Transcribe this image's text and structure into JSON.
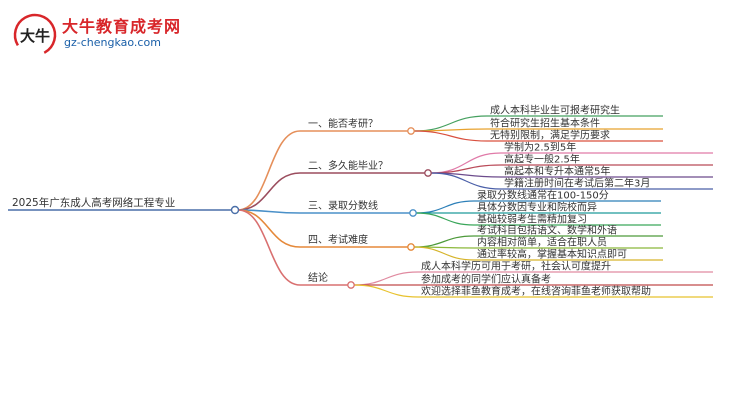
{
  "brand": {
    "name": "大牛教育成考网",
    "url": "gz-chengkao.com",
    "logo_glyph": "大牛"
  },
  "root": "2025年广东成人高考网络工程专业",
  "branches": [
    {
      "label": "一、能否考研？",
      "color": "#e58f5a",
      "leaves": [
        {
          "text": "成人本科毕业生可报考研究生",
          "color": "#45a05f"
        },
        {
          "text": "符合研究生招生基本条件",
          "color": "#e8a22e"
        },
        {
          "text": "无特别限制，满足学历要求",
          "color": "#d9503f"
        }
      ]
    },
    {
      "label": "二、多久能毕业？",
      "color": "#9b4d5e",
      "leaves": [
        {
          "text": "学制为2.5到5年",
          "color": "#e07aa8"
        },
        {
          "text": "高起专一般2.5年",
          "color": "#b94a58"
        },
        {
          "text": "高起本和专升本通常5年",
          "color": "#6c4b8c"
        },
        {
          "text": "学籍注册时间在考试后第二年3月",
          "color": "#4a5fa8"
        }
      ]
    },
    {
      "label": "三、录取分数线",
      "color": "#4a90c8",
      "leaves": [
        {
          "text": "录取分数线通常在100-150分",
          "color": "#2c7fb8"
        },
        {
          "text": "具体分数因专业和院校而异",
          "color": "#1f9a9a"
        },
        {
          "text": "基础较弱考生需精加复习",
          "color": "#3aa65a"
        }
      ]
    },
    {
      "label": "四、考试难度",
      "color": "#e5893a",
      "leaves": [
        {
          "text": "考试科目包括语文、数学和外语",
          "color": "#4d9a3a"
        },
        {
          "text": "内容相对简单，适合在职人员",
          "color": "#8bb83a"
        },
        {
          "text": "通过率较高，掌握基本知识点即可",
          "color": "#d6b42a"
        }
      ]
    },
    {
      "label": "结论",
      "color": "#d97070",
      "leaves": [
        {
          "text": "成人本科学历可用于考研，社会认可度提升",
          "color": "#e08aa0"
        },
        {
          "text": "参加成考的同学们应认真备考",
          "color": "#c04a4a"
        },
        {
          "text": "欢迎选择菲鱼教育成考，在线咨询菲鱼老师获取帮助",
          "color": "#e8c22e"
        }
      ]
    }
  ],
  "colors": {
    "root_line": "#4a6fa8",
    "text": "#333333",
    "brand_red": "#d8262a",
    "brand_blue": "#1a5fa8"
  }
}
